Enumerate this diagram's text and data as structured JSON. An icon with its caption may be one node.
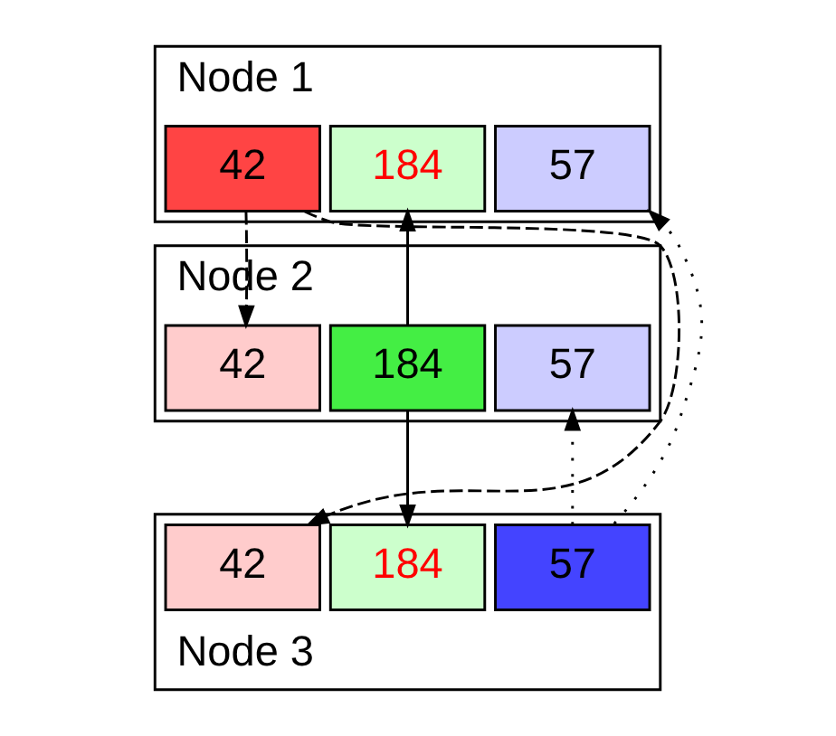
{
  "diagram": {
    "nodes": [
      {
        "text": [
          "Node 1"
        ]
      },
      {
        "text": [
          "42"
        ],
        "in": 0
      },
      {
        "text": [
          "184"
        ],
        "in": 0
      },
      {
        "text": [
          "57"
        ],
        "in": 0
      },
      {
        "text": [
          "Node 2"
        ]
      },
      {
        "text": [
          "42"
        ],
        "in": 4
      },
      {
        "text": [
          "184"
        ],
        "in": 4
      },
      {
        "text": [
          "57"
        ],
        "in": 4
      },
      {
        "text": [
          "Node 3"
        ]
      },
      {
        "text": [
          "42"
        ],
        "in": 8
      },
      {
        "text": [
          "184"
        ],
        "in": 8
      },
      {
        "text": [
          "57"
        ],
        "in": 8
      }
    ],
    "edges": [
      {
        "from": 1,
        "to": 9,
        "arrow": "to",
        "style": "dashed"
      },
      {
        "from": 1,
        "to": 5,
        "arrow": "to",
        "style": "dashed"
      },
      {
        "from": 6,
        "to": 2,
        "arrow": "to"
      },
      {
        "from": 6,
        "to": 10,
        "arrow": "to"
      },
      {
        "from": 11,
        "to": 3,
        "arrow": "to",
        "style": "dashed"
      },
      {
        "from": 11,
        "to": 7,
        "arrow": "to",
        "style": "dashed"
      }
    ]
  }
}
